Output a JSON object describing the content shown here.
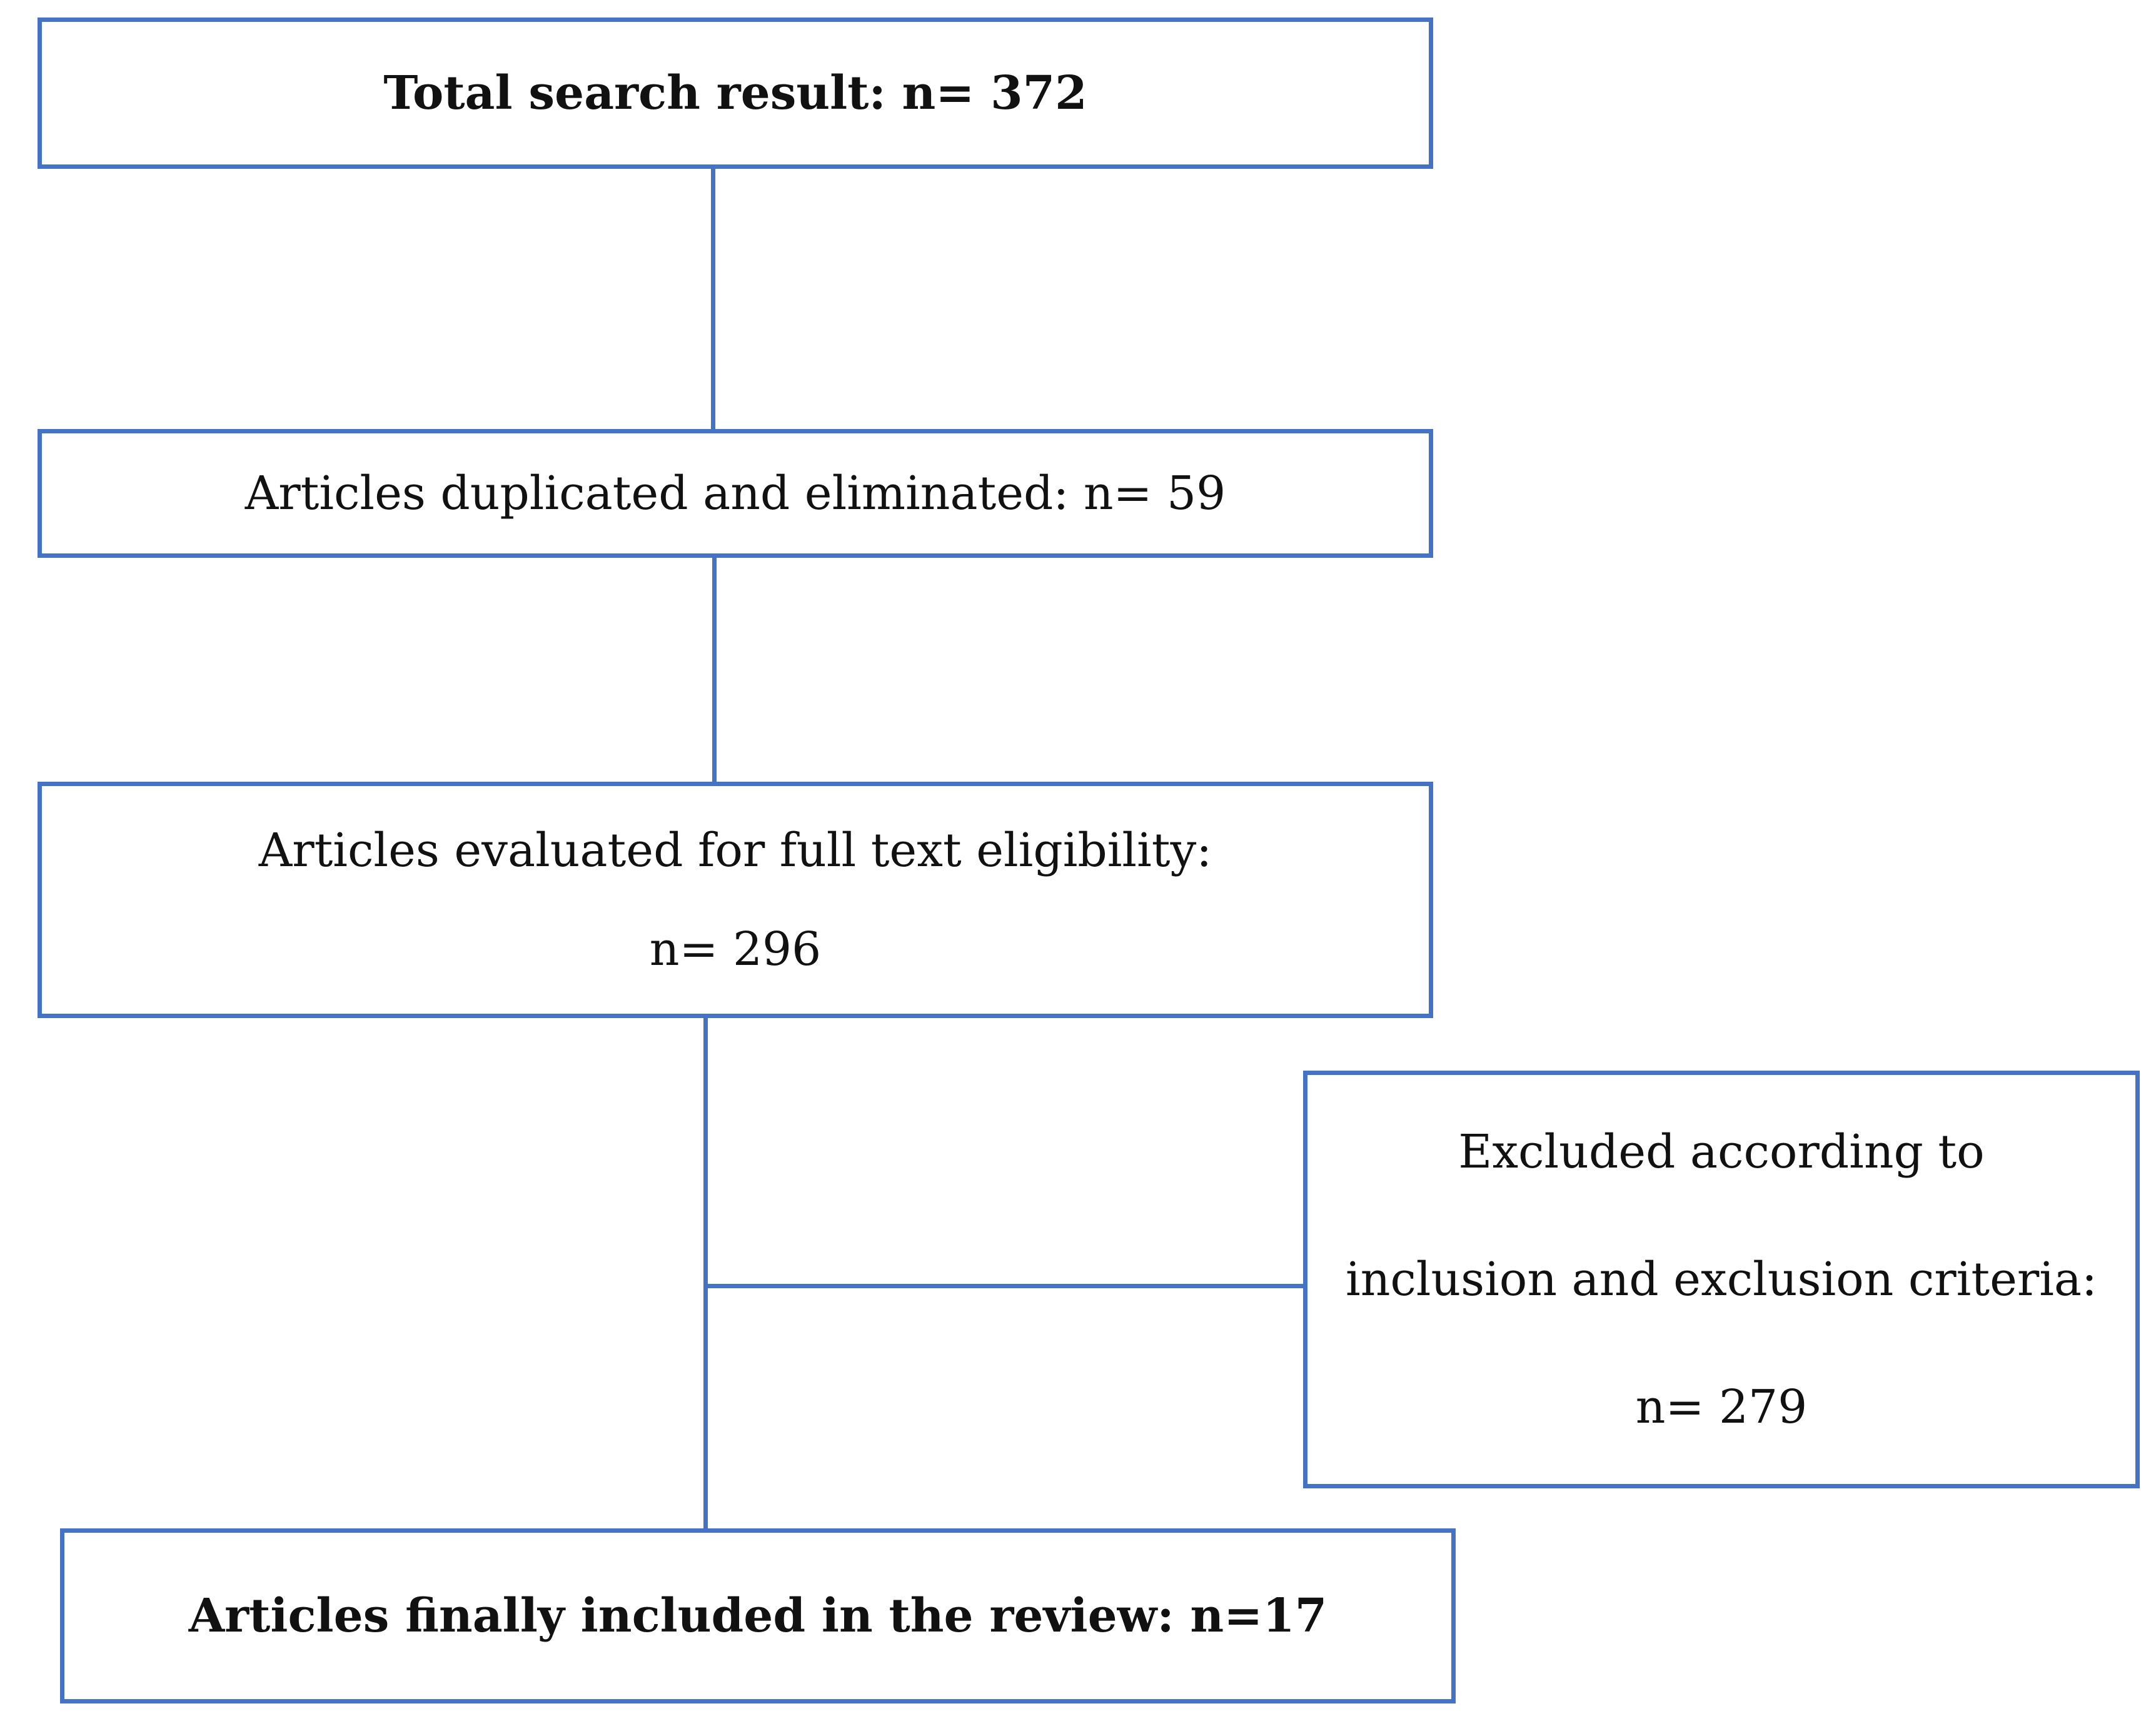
{
  "flowchart": {
    "total_search": {
      "text": "Total search result: n= 372"
    },
    "duplicates": {
      "text": "Articles duplicated and eliminated: n= 59"
    },
    "evaluated": {
      "line1": "Articles evaluated for full text eligibility:",
      "line2": "n= 296"
    },
    "excluded": {
      "line1": "Excluded according to",
      "line2": "inclusion and exclusion criteria:",
      "line3": "n= 279"
    },
    "included": {
      "text": "Articles finally included in the review: n=17"
    }
  },
  "colors": {
    "box_border": "#4472c4",
    "connector": "#4472c4",
    "text": "#111111",
    "background": "#ffffff"
  }
}
